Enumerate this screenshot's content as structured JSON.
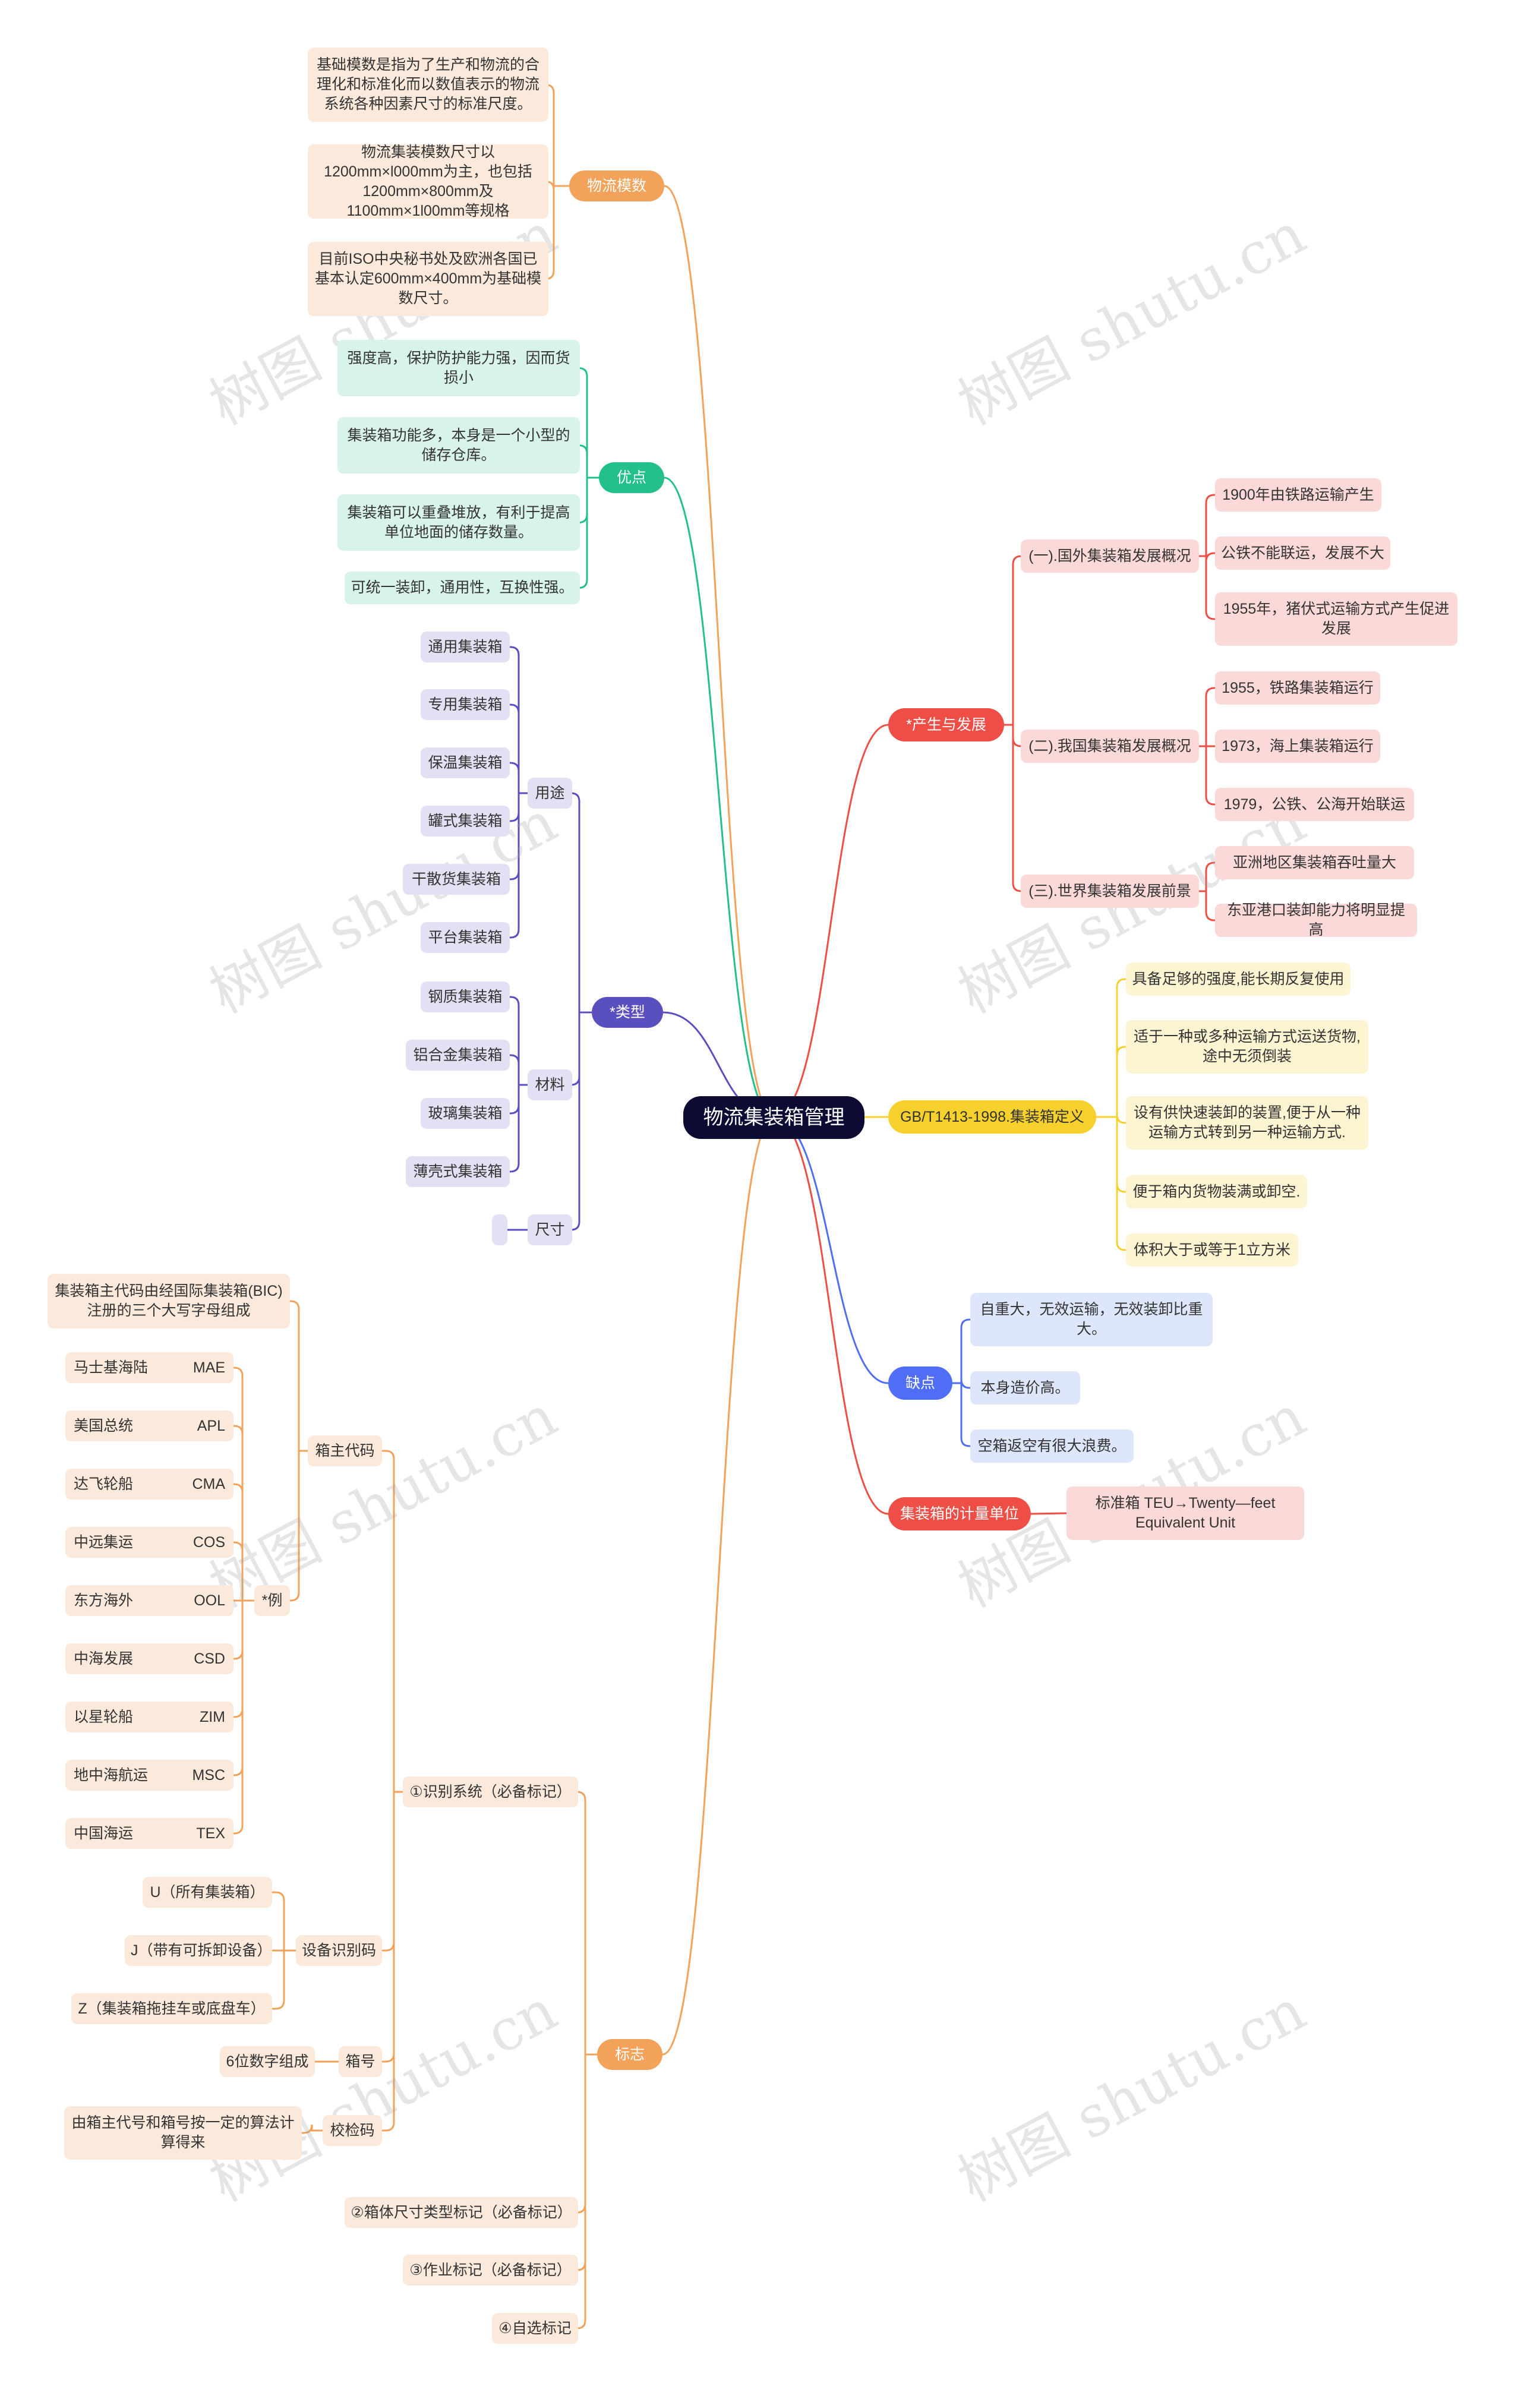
{
  "root": "物流集装箱管理",
  "watermark": "树图 shutu.cn",
  "colors": {
    "orange": "#f3a25a",
    "green": "#24c08a",
    "purple": "#5a4fbf",
    "red": "#ee4e45",
    "yellow": "#f6d02d",
    "blue": "#4f6ef5"
  },
  "branches": {
    "modulus": {
      "label": "物流模数",
      "items": [
        "基础模数是指为了生产和物流的合理化和标准化而以数值表示的物流系统各种因素尺寸的标准尺度。",
        "物流集装模数尺寸以1200mm×l000mm为主，也包括1200mm×800mm及1100mm×1l00mm等规格",
        "目前ISO中央秘书处及欧洲各国已基本认定600mm×400mm为基础模数尺寸。"
      ]
    },
    "advantages": {
      "label": "优点",
      "items": [
        "强度高，保护防护能力强，因而货损小",
        "集装箱功能多，本身是一个小型的储存仓库。",
        "集装箱可以重叠堆放，有利于提高单位地面的储存数量。",
        "可统一装卸，通用性，互换性强。"
      ]
    },
    "types": {
      "label": "*类型",
      "use": {
        "label": "用途",
        "items": [
          "通用集装箱",
          "专用集装箱",
          "保温集装箱",
          "罐式集装箱",
          "干散货集装箱",
          "平台集装箱"
        ]
      },
      "material": {
        "label": "材料",
        "items": [
          "钢质集装箱",
          "铝合金集装箱",
          "玻璃集装箱",
          "薄壳式集装箱"
        ]
      },
      "size": {
        "label": "尺寸",
        "items": [
          ""
        ]
      }
    },
    "marks": {
      "label": "标志",
      "identification": {
        "label": "①识别系统（必备标记）",
        "owner_code": {
          "label": "箱主代码",
          "desc": "集装箱主代码由经国际集装箱(BIC)注册的三个大写字母组成",
          "example": {
            "label": "*例",
            "items": [
              {
                "name": "马士基海陆",
                "code": "MAE"
              },
              {
                "name": "美国总统",
                "code": "APL"
              },
              {
                "name": "达飞轮船",
                "code": "CMA"
              },
              {
                "name": "中远集运",
                "code": "COS"
              },
              {
                "name": "东方海外",
                "code": "OOL"
              },
              {
                "name": "中海发展",
                "code": "CSD"
              },
              {
                "name": "以星轮船",
                "code": "ZIM"
              },
              {
                "name": "地中海航运",
                "code": "MSC"
              },
              {
                "name": "中国海运",
                "code": "TEX"
              }
            ]
          }
        },
        "equipment": {
          "label": "设备识别码",
          "items": [
            "U（所有集装箱）",
            "J（带有可拆卸设备）",
            "Z（集装箱拖挂车或底盘车）"
          ]
        },
        "box_no": {
          "label": "箱号",
          "items": [
            "6位数字组成"
          ]
        },
        "check": {
          "label": "校检码",
          "items": [
            "由箱主代号和箱号按一定的算法计算得来"
          ]
        }
      },
      "others": [
        "②箱体尺寸类型标记（必备标记）",
        "③作业标记（必备标记）",
        "④自选标记"
      ]
    },
    "origin": {
      "label": "*产生与发展",
      "abroad": {
        "label": "(一).国外集装箱发展概况",
        "items": [
          "1900年由铁路运输产生",
          "公铁不能联运，发展不大",
          "1955年，猪伏式运输方式产生促进发展"
        ]
      },
      "china": {
        "label": "(二).我国集装箱发展概况",
        "items": [
          "1955，铁路集装箱运行",
          "1973，海上集装箱运行",
          "1979，公铁、公海开始联运"
        ]
      },
      "world": {
        "label": "(三).世界集装箱发展前景",
        "items": [
          "亚洲地区集装箱吞吐量大",
          "东亚港口装卸能力将明显提高"
        ]
      }
    },
    "definition": {
      "label": "GB/T1413-1998.集装箱定义",
      "items": [
        "具备足够的强度,能长期反复使用",
        "适于一种或多种运输方式运送货物,途中无须倒装",
        "设有供快速装卸的装置,便于从一种运输方式转到另一种运输方式.",
        "便于箱内货物装满或卸空.",
        "体积大于或等于1立方米"
      ]
    },
    "disadvantages": {
      "label": "缺点",
      "items": [
        "自重大，无效运输，无效装卸比重大。",
        "本身造价高。",
        "空箱返空有很大浪费。"
      ]
    },
    "unit": {
      "label": "集装箱的计量单位",
      "items": [
        "标准箱 TEU→Twenty—feet Equivalent Unit"
      ]
    }
  }
}
